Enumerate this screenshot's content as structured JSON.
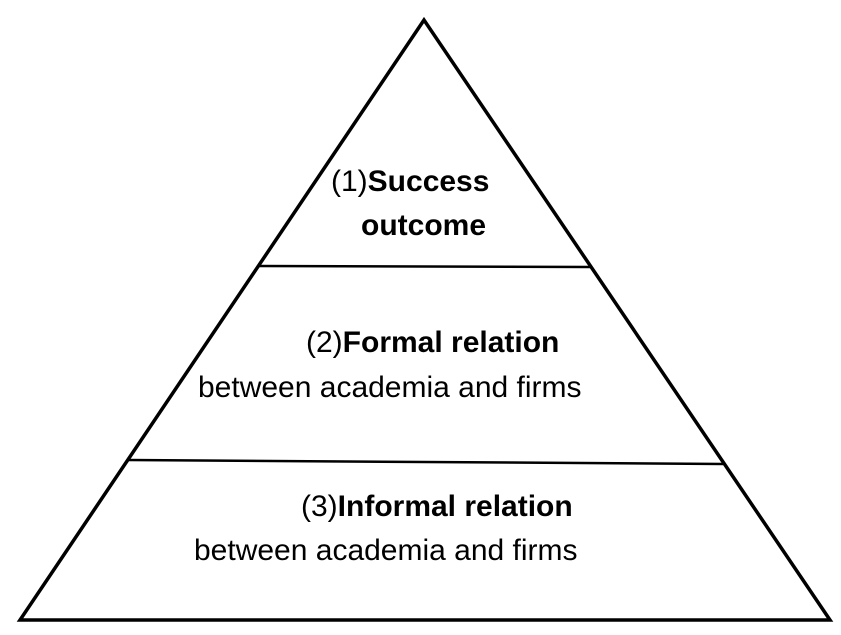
{
  "diagram": {
    "line_color": "#000000",
    "background": "#ffffff",
    "tiers": [
      {
        "number": "(1)",
        "title_line1": "Success",
        "title_line2": "outcome"
      },
      {
        "number": "(2)",
        "title": "Formal relation",
        "subtitle": "between academia and firms"
      },
      {
        "number": "(3)",
        "title": "Informal relation",
        "subtitle": "between academia and firms"
      }
    ]
  }
}
